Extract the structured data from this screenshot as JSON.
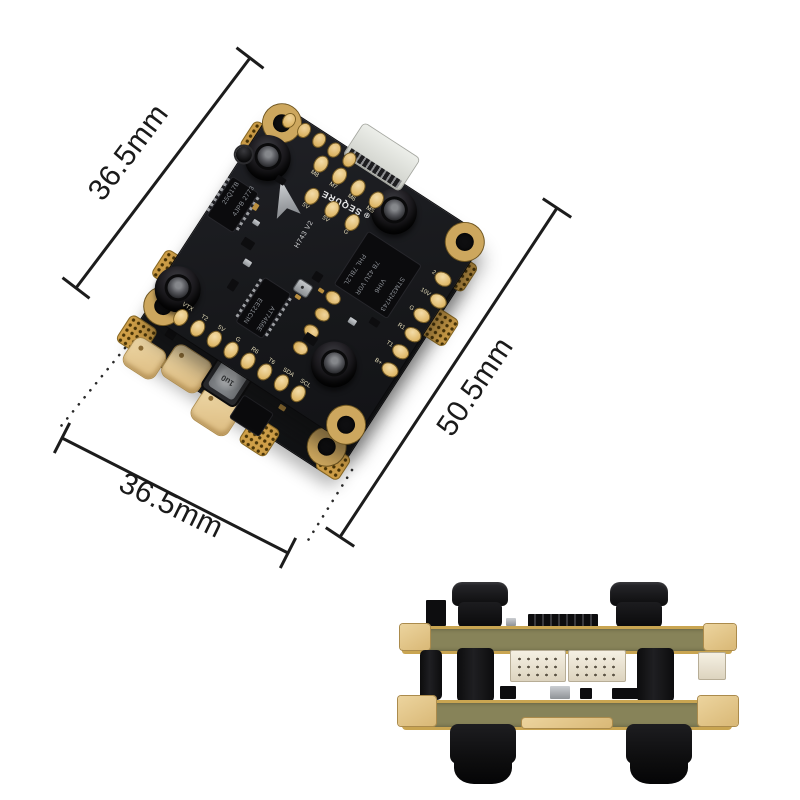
{
  "figure": {
    "dimensions": {
      "left_edge": "36.5mm",
      "diagonal": "50.5mm",
      "bottom_edge": "36.5mm"
    }
  },
  "fc_board": {
    "brand": "SEQURE",
    "brand_mark": "⊕",
    "model": "H743 V2",
    "mcu": {
      "line1": "STM32H743",
      "line2": "VIH6",
      "line3": "7B 42U V0R",
      "line4": "PHL 7BL2L"
    },
    "osd": {
      "line1": "AT7456E",
      "line2": "EE21CIN"
    },
    "flash": {
      "line1": "25Q17B",
      "line2": "4JPB 2773"
    },
    "pads_bottom_edge": [
      "VTX",
      "T2",
      "5V",
      "G",
      "R6",
      "T6",
      "SDA",
      "SCL"
    ],
    "pads_top_row1": [
      "M8",
      "M7",
      "M6",
      "M5"
    ],
    "pads_top_row2": [
      "5V",
      "5V",
      "G"
    ],
    "pads_right_edge": [
      "2",
      "10V",
      "G",
      "R1",
      "T1",
      "B+"
    ]
  },
  "esc_board": {
    "inductor_marking": "1u0"
  }
}
